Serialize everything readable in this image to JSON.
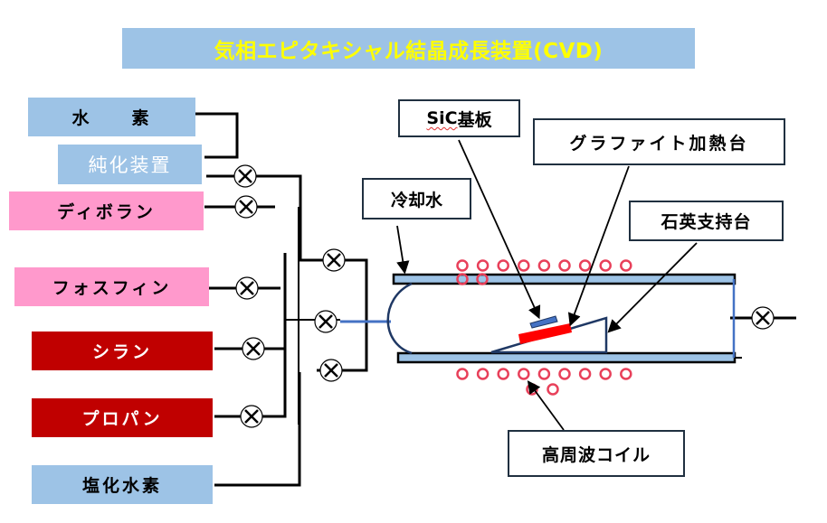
{
  "title": "気相エピタキシャル結晶成長装置(CVD)",
  "gas_sources": {
    "hydrogen": "水　　素",
    "purifier": "純化装置",
    "diborane": "ディボラン",
    "phosphine": "フォスフィン",
    "silane": "シラン",
    "propane": "プロパン",
    "hydrogen_chloride": "塩化水素"
  },
  "callouts": {
    "sic_substrate_prefix": "SiC",
    "sic_substrate_suffix": "基板",
    "graphite_heater": "グラファイト加熱台",
    "cooling_water": "冷却水",
    "quartz_support": "石英支持台",
    "rf_coil": "高周波コイル"
  },
  "colors": {
    "title_bg": "#9dc3e6",
    "title_text": "#ffff00",
    "hydrogen_box": "#9dc3e6",
    "dopant_box": "#ff99cc",
    "precursor_box": "#c00000",
    "coil": "#e8405a",
    "graphite": "#ff0000",
    "substrate": "#4472c4",
    "tube": "#9dc3e6"
  }
}
